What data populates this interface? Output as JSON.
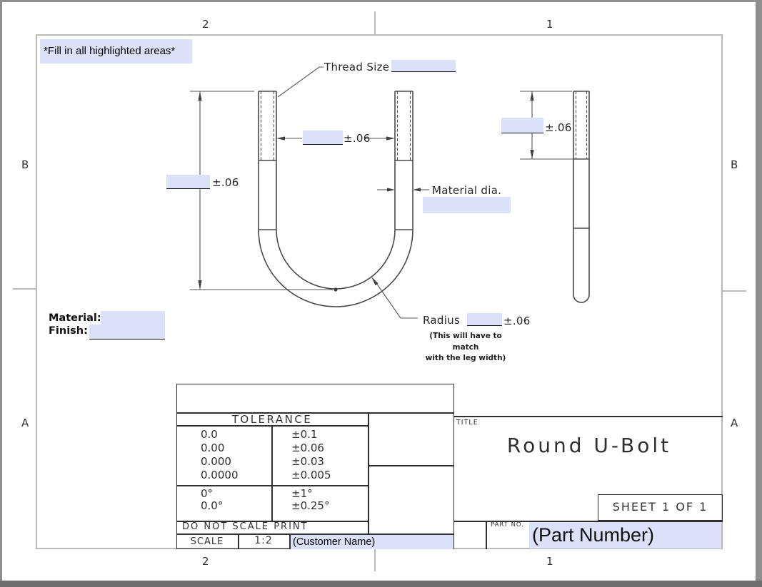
{
  "zones": {
    "top": [
      "2",
      "1"
    ],
    "bottom": [
      "2",
      "1"
    ],
    "left": [
      "B",
      "A"
    ],
    "right": [
      "B",
      "A"
    ]
  },
  "note": "*Fill in all highlighted areas*",
  "drawing": {
    "thread_size_label": "Thread Size",
    "material_dia_label": "Material dia.",
    "radius_label": "Radius",
    "radius_note_line1": "(This will have to match",
    "radius_note_line2": "with the leg width)",
    "inside_width_tol": "±.06",
    "leg_length_tol": "±.06",
    "thread_length_tol": "±.06",
    "radius_tol": "±.06",
    "material_label": "Material:",
    "finish_label": "Finish:"
  },
  "title_block": {
    "tolerance_header": "TOLERANCE",
    "linear_places": [
      "0.0",
      "0.00",
      "0.000",
      "0.0000"
    ],
    "linear_tols": [
      "±0.1",
      "±0.06",
      "±0.03",
      "±0.005"
    ],
    "angular_places": [
      "0°",
      "0.0°"
    ],
    "angular_tols": [
      "±1°",
      "±0.25°"
    ],
    "do_not_scale": "DO NOT SCALE PRINT",
    "scale_label": "SCALE",
    "scale_value": "1:2",
    "customer_name": "(Customer Name)",
    "title_label": "TITLE",
    "title": "Round U-Bolt",
    "sheet": "SHEET 1 OF 1",
    "part_no_label": "PART NO.",
    "part_number": "(Part Number)"
  },
  "colors": {
    "highlight": "#dbe1f9",
    "table_line": "#2f2f2f",
    "border_gray": "#b9b9b9"
  }
}
